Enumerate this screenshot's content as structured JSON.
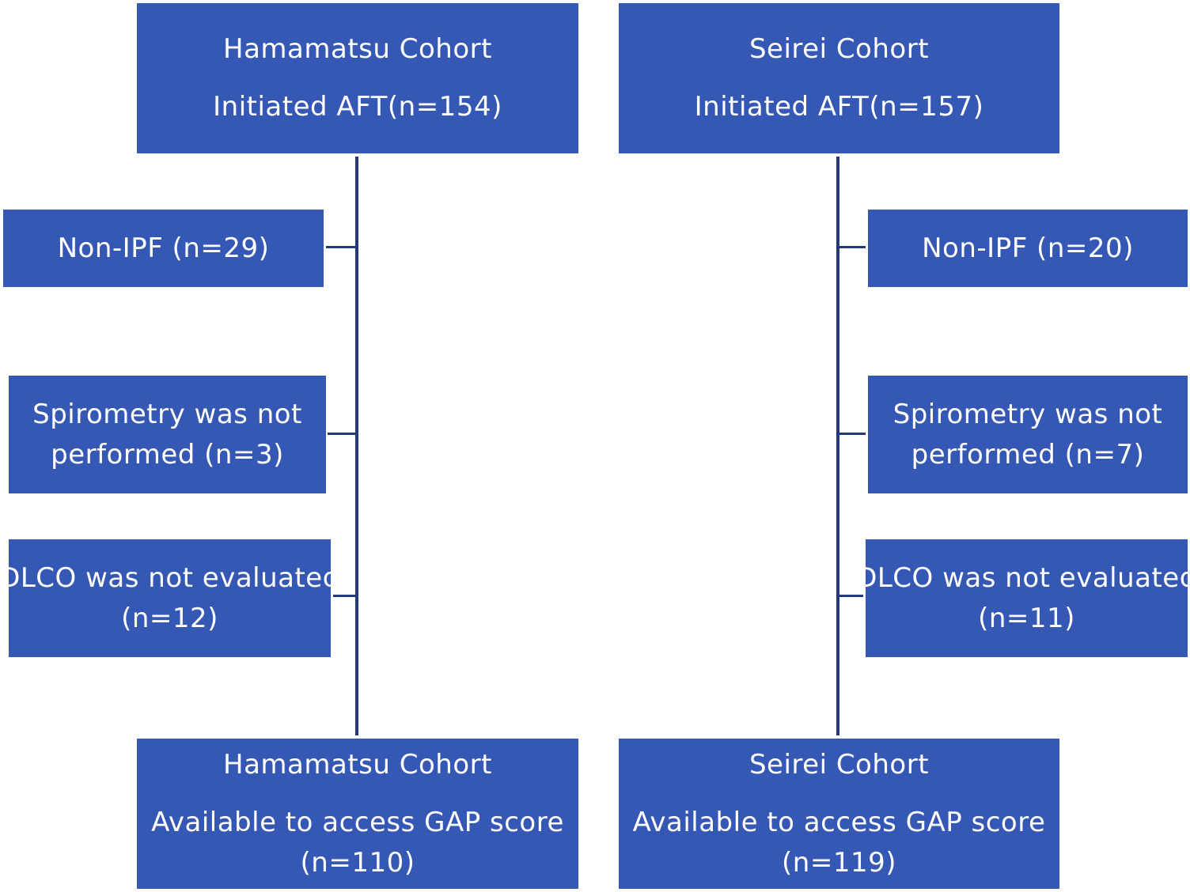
{
  "left": {
    "top": {
      "title": "Hamamatsu Cohort",
      "subtitle": "Initiated AFT(n=154)"
    },
    "exclusions": [
      {
        "lines": [
          "Non-IPF (n=29)"
        ]
      },
      {
        "lines": [
          "Spirometry was not",
          "performed (n=3)"
        ]
      },
      {
        "lines": [
          "DLCO was not evaluated",
          "(n=12)"
        ]
      }
    ],
    "bottom": {
      "title": "Hamamatsu Cohort",
      "line1": "Available to access GAP score",
      "line2": "(n=110)"
    }
  },
  "right": {
    "top": {
      "title": "Seirei Cohort",
      "subtitle": "Initiated AFT(n=157)"
    },
    "exclusions": [
      {
        "lines": [
          "Non-IPF (n=20)"
        ]
      },
      {
        "lines": [
          "Spirometry was not",
          "performed (n=7)"
        ]
      },
      {
        "lines": [
          "DLCO was not evaluated",
          "(n=11)"
        ]
      }
    ],
    "bottom": {
      "title": "Seirei Cohort",
      "line1": "Available to access GAP score",
      "line2": "(n=119)"
    }
  },
  "colors": {
    "box": "#3558b4",
    "connector": "#23397a",
    "text": "#ffffff"
  }
}
